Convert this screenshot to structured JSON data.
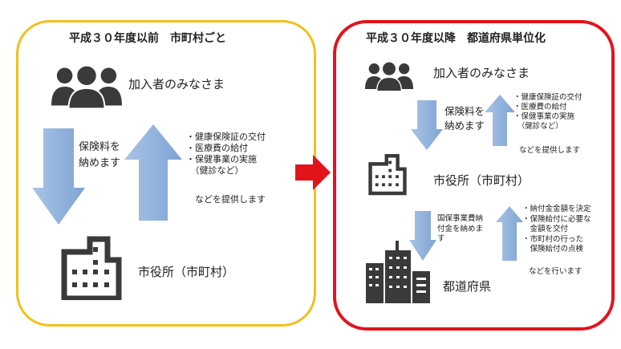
{
  "before": {
    "title": "平成３０年度以前　市町村ごと",
    "members": "加入者のみなさま",
    "pay": [
      "保険料を",
      "納めます"
    ],
    "services": [
      "・健康保険証の交付",
      "・医療費の給付",
      "・保健事業の実施",
      "　（健診など）"
    ],
    "services_tail": "などを提供します",
    "city": "市役所（市町村）"
  },
  "after": {
    "title": "平成３０年度以降　都道府県単位化",
    "members": "加入者のみなさま",
    "pay": [
      "保険料を",
      "納めます"
    ],
    "services": [
      "・健康保険証の交付",
      "・医療費の給付",
      "・保健事業の実施",
      "　（健診など）"
    ],
    "services_tail": "などを提供します",
    "city": "市役所（市町村）",
    "pay2": [
      "国保事業費納",
      "付金を納めま",
      "す"
    ],
    "pref_services": [
      "・納付金金額を決定",
      "・保険給付に必要な",
      "　金額を交付",
      "・市町村の行った",
      "　保険給付の点検"
    ],
    "pref_tail": "などを行います",
    "pref": "都道府県"
  },
  "colors": {
    "before_border": "#f2c01a",
    "after_border": "#e3131b",
    "arrow": "#8fb1dc",
    "icon": "#3a3a3a"
  }
}
